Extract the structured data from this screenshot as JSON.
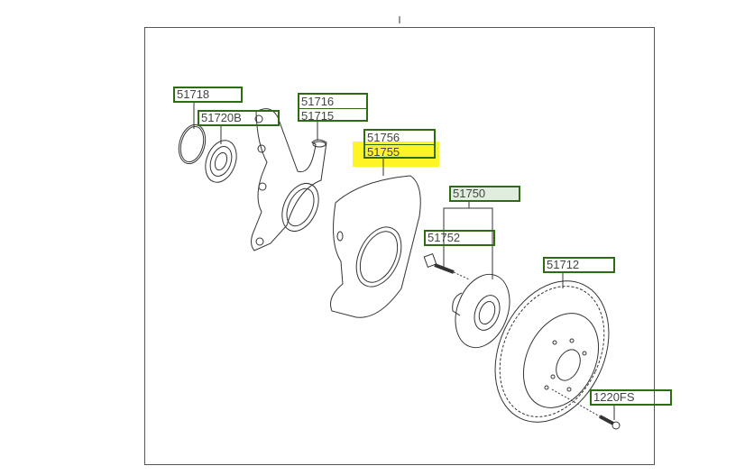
{
  "colors": {
    "label_border": "#2e6b17",
    "highlight": "#fff200",
    "line": "#333333",
    "filled_label": "#dfeedd"
  },
  "labels": {
    "p51718": "51718",
    "p51720B": "51720B",
    "p51716": "51716",
    "p51715": "51715",
    "p51756": "51756",
    "p51755": "51755",
    "p51750": "51750",
    "p51752": "51752",
    "p51712": "51712",
    "p1220FS": "1220FS"
  }
}
